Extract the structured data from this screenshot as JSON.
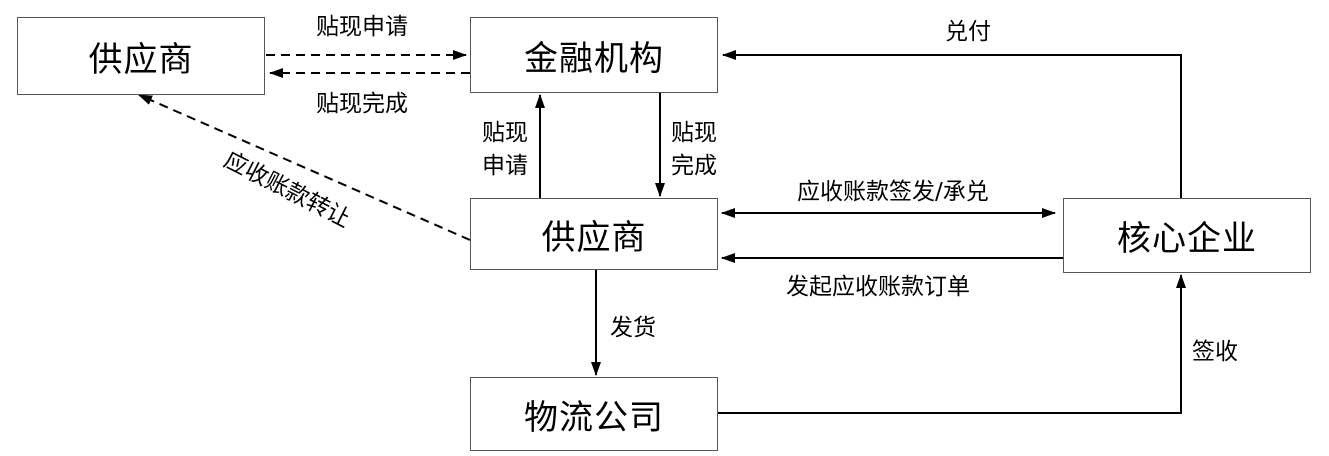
{
  "nodes": {
    "supplier_top": "供应商",
    "financial_institution": "金融机构",
    "supplier_main": "供应商",
    "core_enterprise": "核心企业",
    "logistics_company": "物流公司"
  },
  "edges": {
    "discount_apply_top": "贴现申请",
    "discount_done_top": "贴现完成",
    "receivable_transfer": "应收账款转让",
    "discount_apply_side": "贴现申请",
    "discount_done_side": "贴现完成",
    "payment": "兑付",
    "receivable_issue": "应收账款签发/承兑",
    "receivable_order": "发起应收账款订单",
    "shipping": "发货",
    "sign_receipt": "签收"
  },
  "colors": {
    "stroke": "#000000",
    "box_border": "#555555"
  }
}
